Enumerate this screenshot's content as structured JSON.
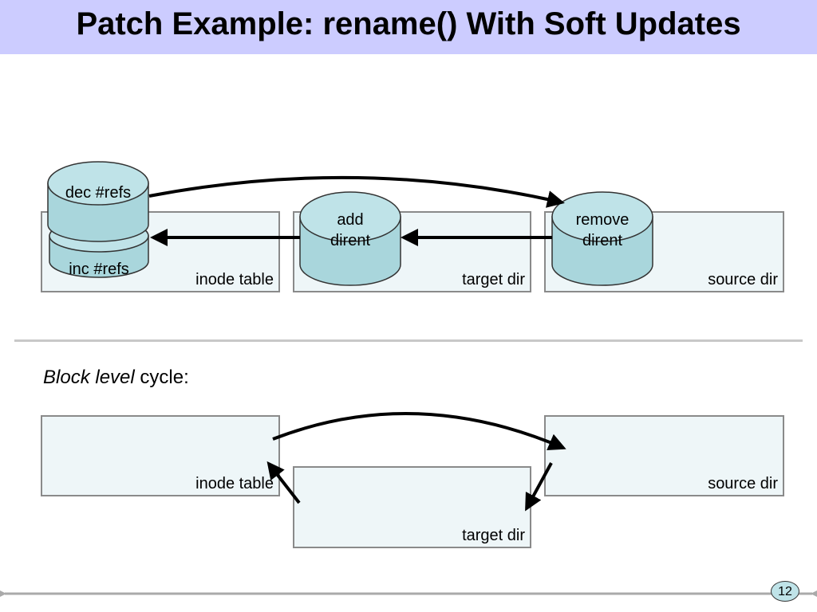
{
  "slide": {
    "title": "Patch Example: rename() With Soft Updates",
    "page_number": "12"
  },
  "soft_updates": {
    "boxes": [
      {
        "label": "inode table"
      },
      {
        "label": "target dir"
      },
      {
        "label": "source dir"
      }
    ],
    "patches": {
      "dec_refs": "dec #refs",
      "inc_refs": "inc #refs",
      "add_dirent_line1": "add",
      "add_dirent_line2": "dirent",
      "remove_dirent_line1": "remove",
      "remove_dirent_line2": "dirent"
    }
  },
  "block_level": {
    "heading_italic": "Block level",
    "heading_rest": " cycle:",
    "boxes": [
      {
        "label": "inode table"
      },
      {
        "label": "target dir"
      },
      {
        "label": "source dir"
      }
    ]
  },
  "colors": {
    "title_bar": "#ccccff",
    "box_fill": "#eef6f8",
    "box_border": "#8a8a8a",
    "cylinder_fill": "#a9d6dc",
    "cylinder_top": "#bfe3e8"
  }
}
